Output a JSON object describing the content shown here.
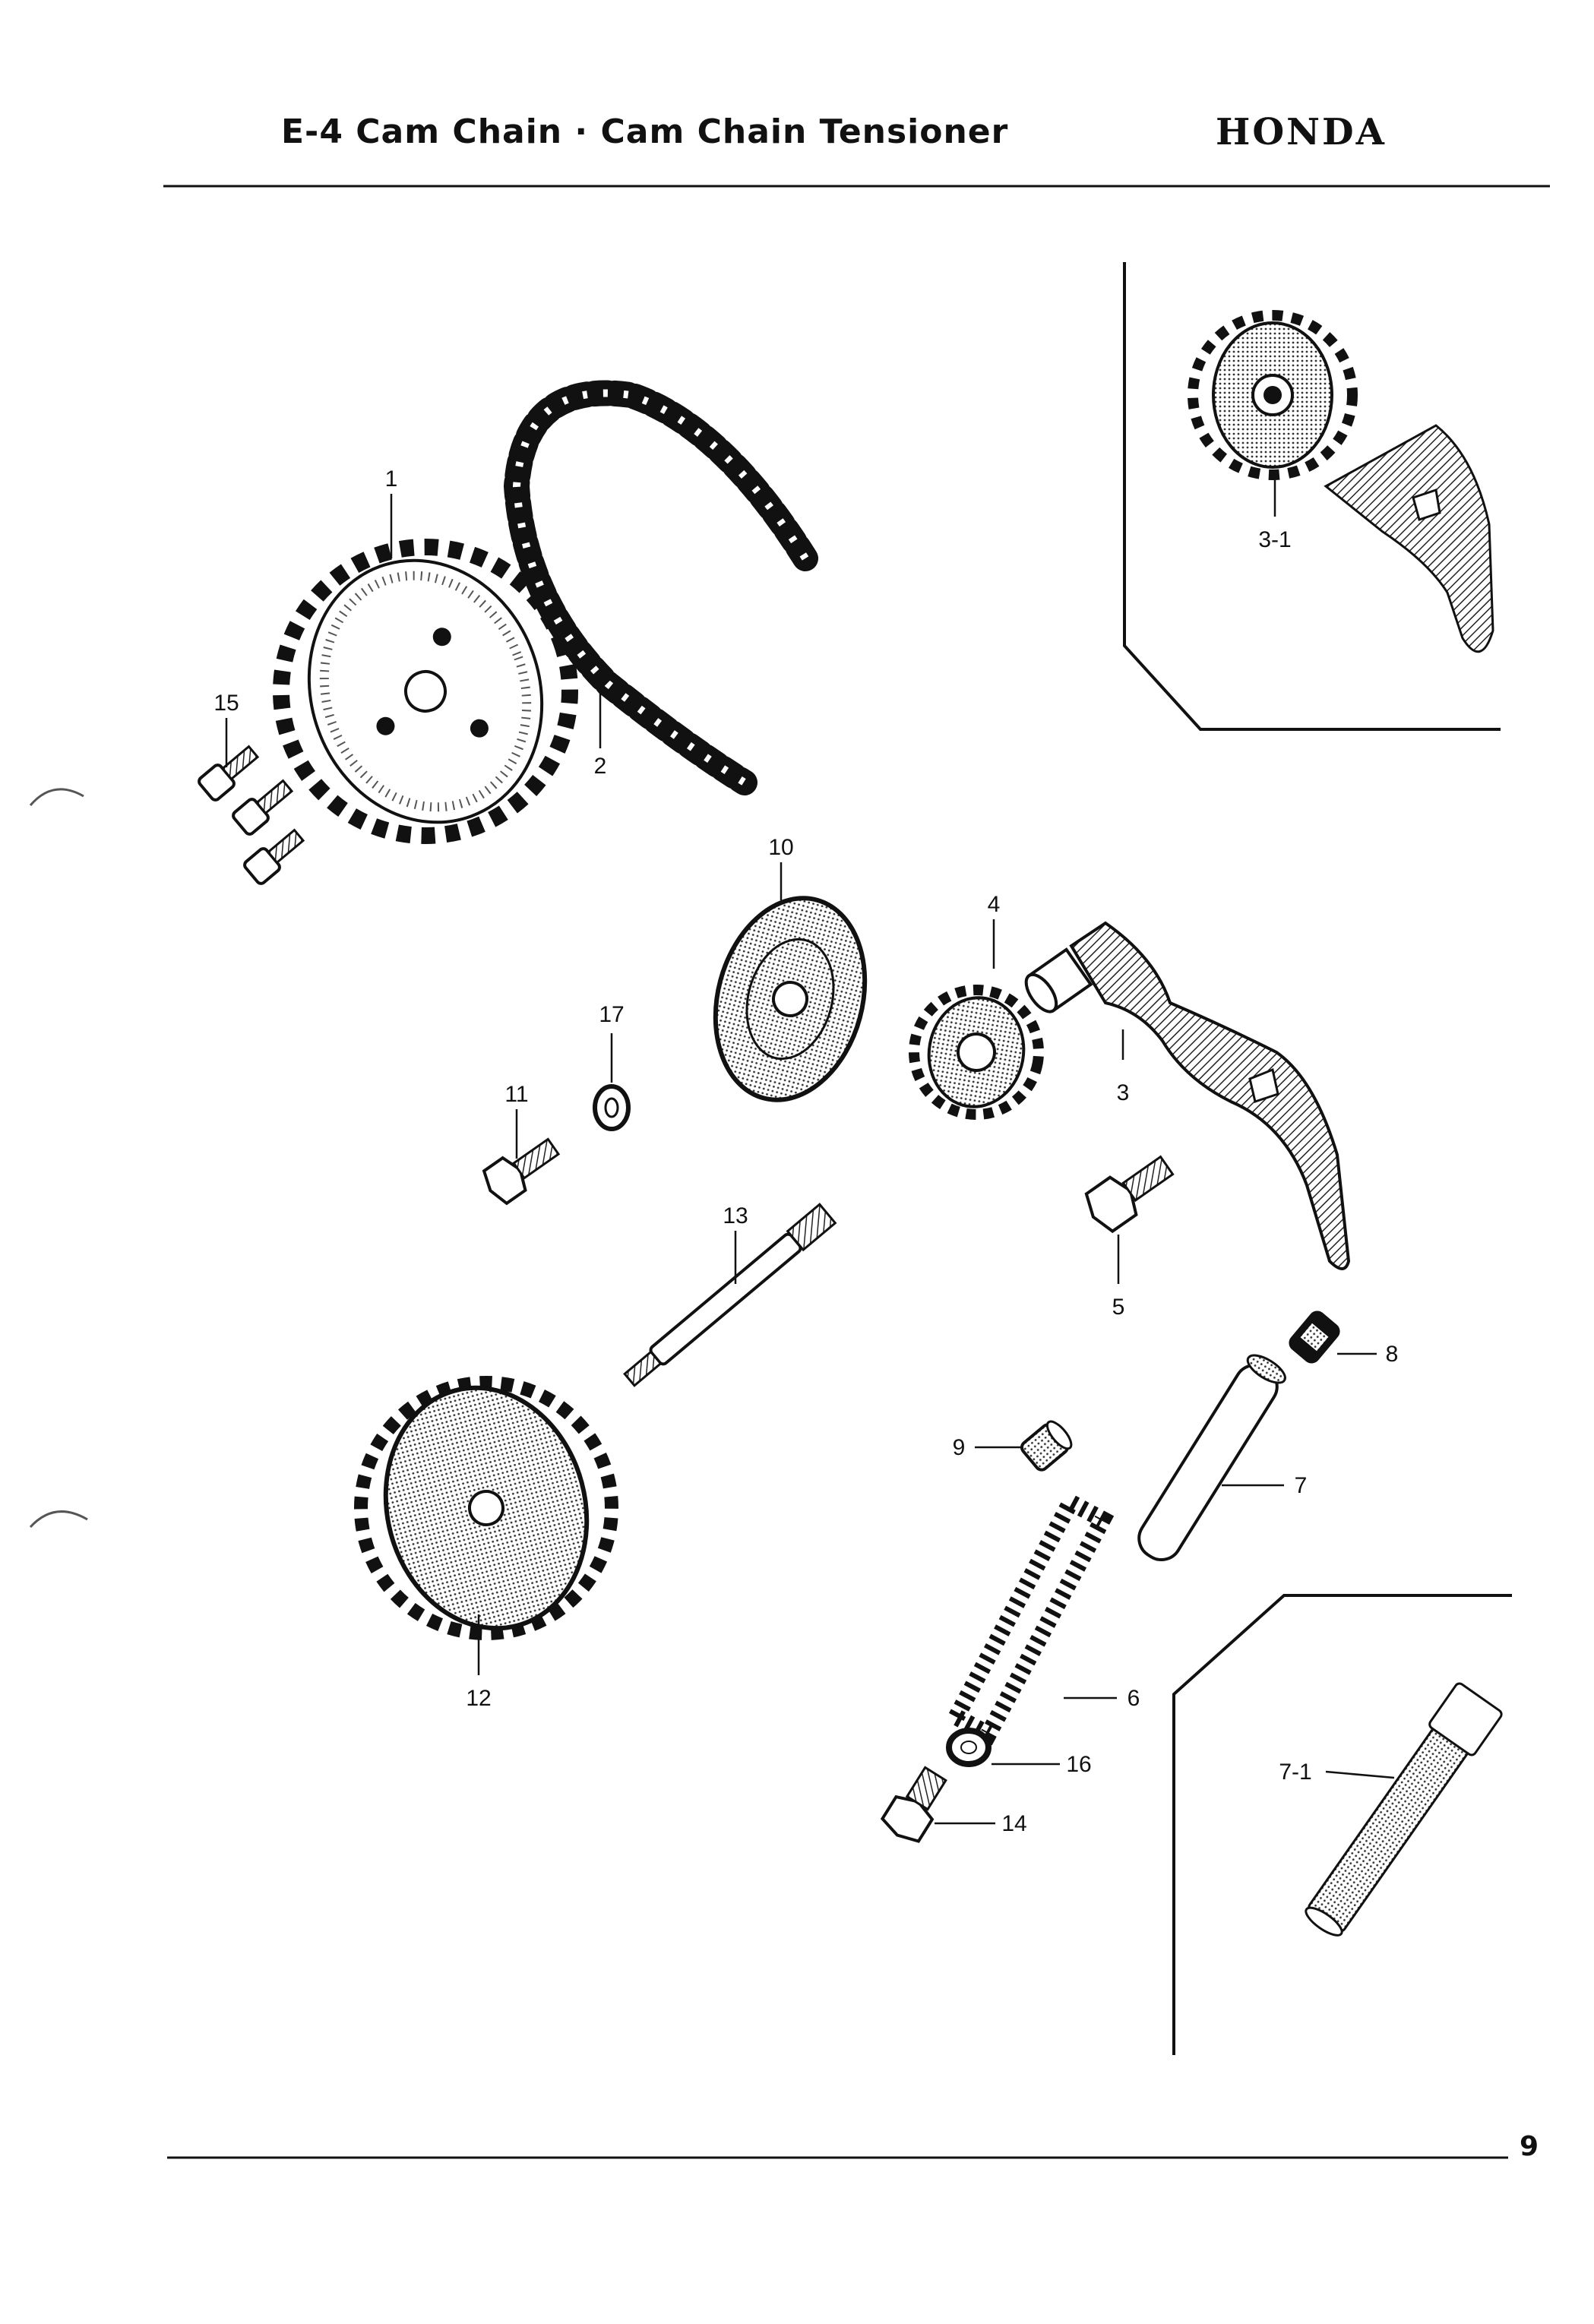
{
  "header": {
    "title": "E-4  Cam Chain · Cam Chain Tensioner",
    "brand": "HONDA"
  },
  "footer": {
    "page_number": "9"
  },
  "callouts": {
    "p1": "1",
    "p2": "2",
    "p3": "3",
    "p3_1": "3-1",
    "p4": "4",
    "p5": "5",
    "p6": "6",
    "p7": "7",
    "p7_1": "7-1",
    "p8": "8",
    "p9": "9",
    "p10": "10",
    "p11": "11",
    "p12": "12",
    "p13": "13",
    "p14": "14",
    "p15": "15",
    "p16": "16",
    "p17": "17"
  }
}
